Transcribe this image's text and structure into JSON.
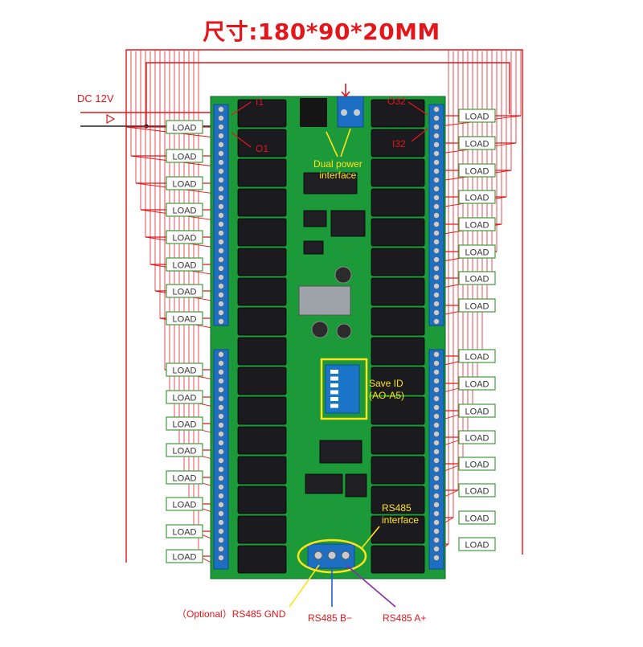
{
  "title": "尺寸:180*90*20MM",
  "dc_label": "DC 12V",
  "load_label": "LOAD",
  "channels": {
    "i1": "I1",
    "o1": "O1",
    "o32": "O32",
    "i32": "I32"
  },
  "annotations": {
    "dual_power_line1": "Dual power",
    "dual_power_line2": "interface",
    "slave_id_line1": "Save ID",
    "slave_id_line2": "(AO-A5)",
    "rs485_line1": "RS485",
    "rs485_line2": "interface"
  },
  "bottom_labels": {
    "gnd": "（Optional）RS485 GND",
    "b": "RS485 B−",
    "a": "RS485 A+"
  },
  "colors": {
    "wire": "#e4161b",
    "pcb": "#1c9a3a",
    "terminal": "#1d6fc4",
    "highlight": "#ffe21a",
    "load_box": "#3e9b3e",
    "purple": "#8a2ca8"
  }
}
